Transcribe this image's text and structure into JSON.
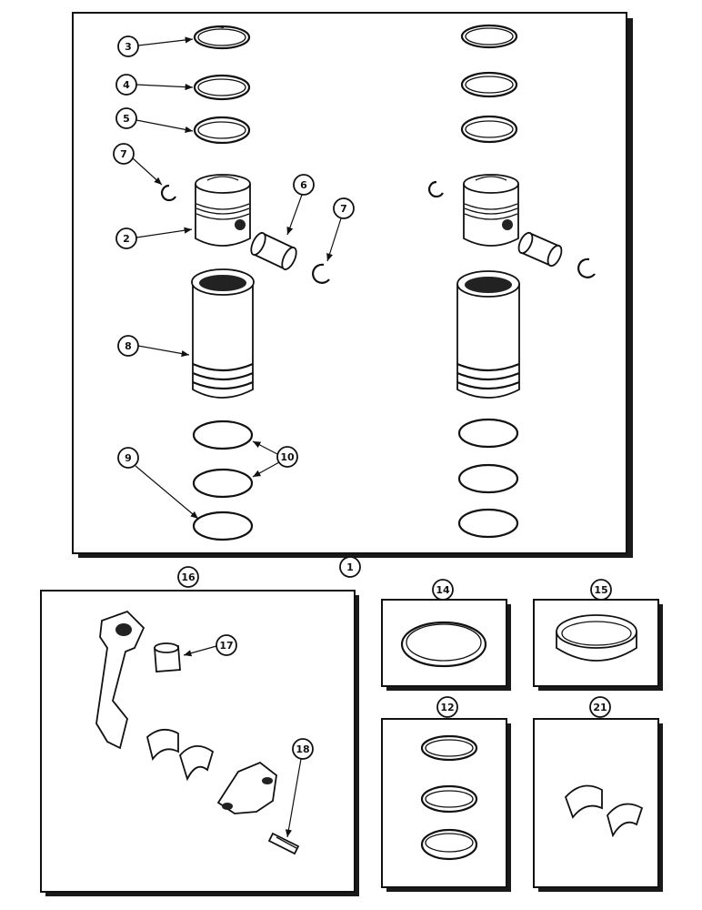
{
  "callouts": {
    "c1": "1",
    "c2": "2",
    "c3": "3",
    "c4": "4",
    "c5": "5",
    "c6": "6",
    "c7a": "7",
    "c7b": "7",
    "c8": "8",
    "c9": "9",
    "c10": "10",
    "c12": "12",
    "c14": "14",
    "c15": "15",
    "c16": "16",
    "c17": "17",
    "c18": "18",
    "c21": "21"
  }
}
